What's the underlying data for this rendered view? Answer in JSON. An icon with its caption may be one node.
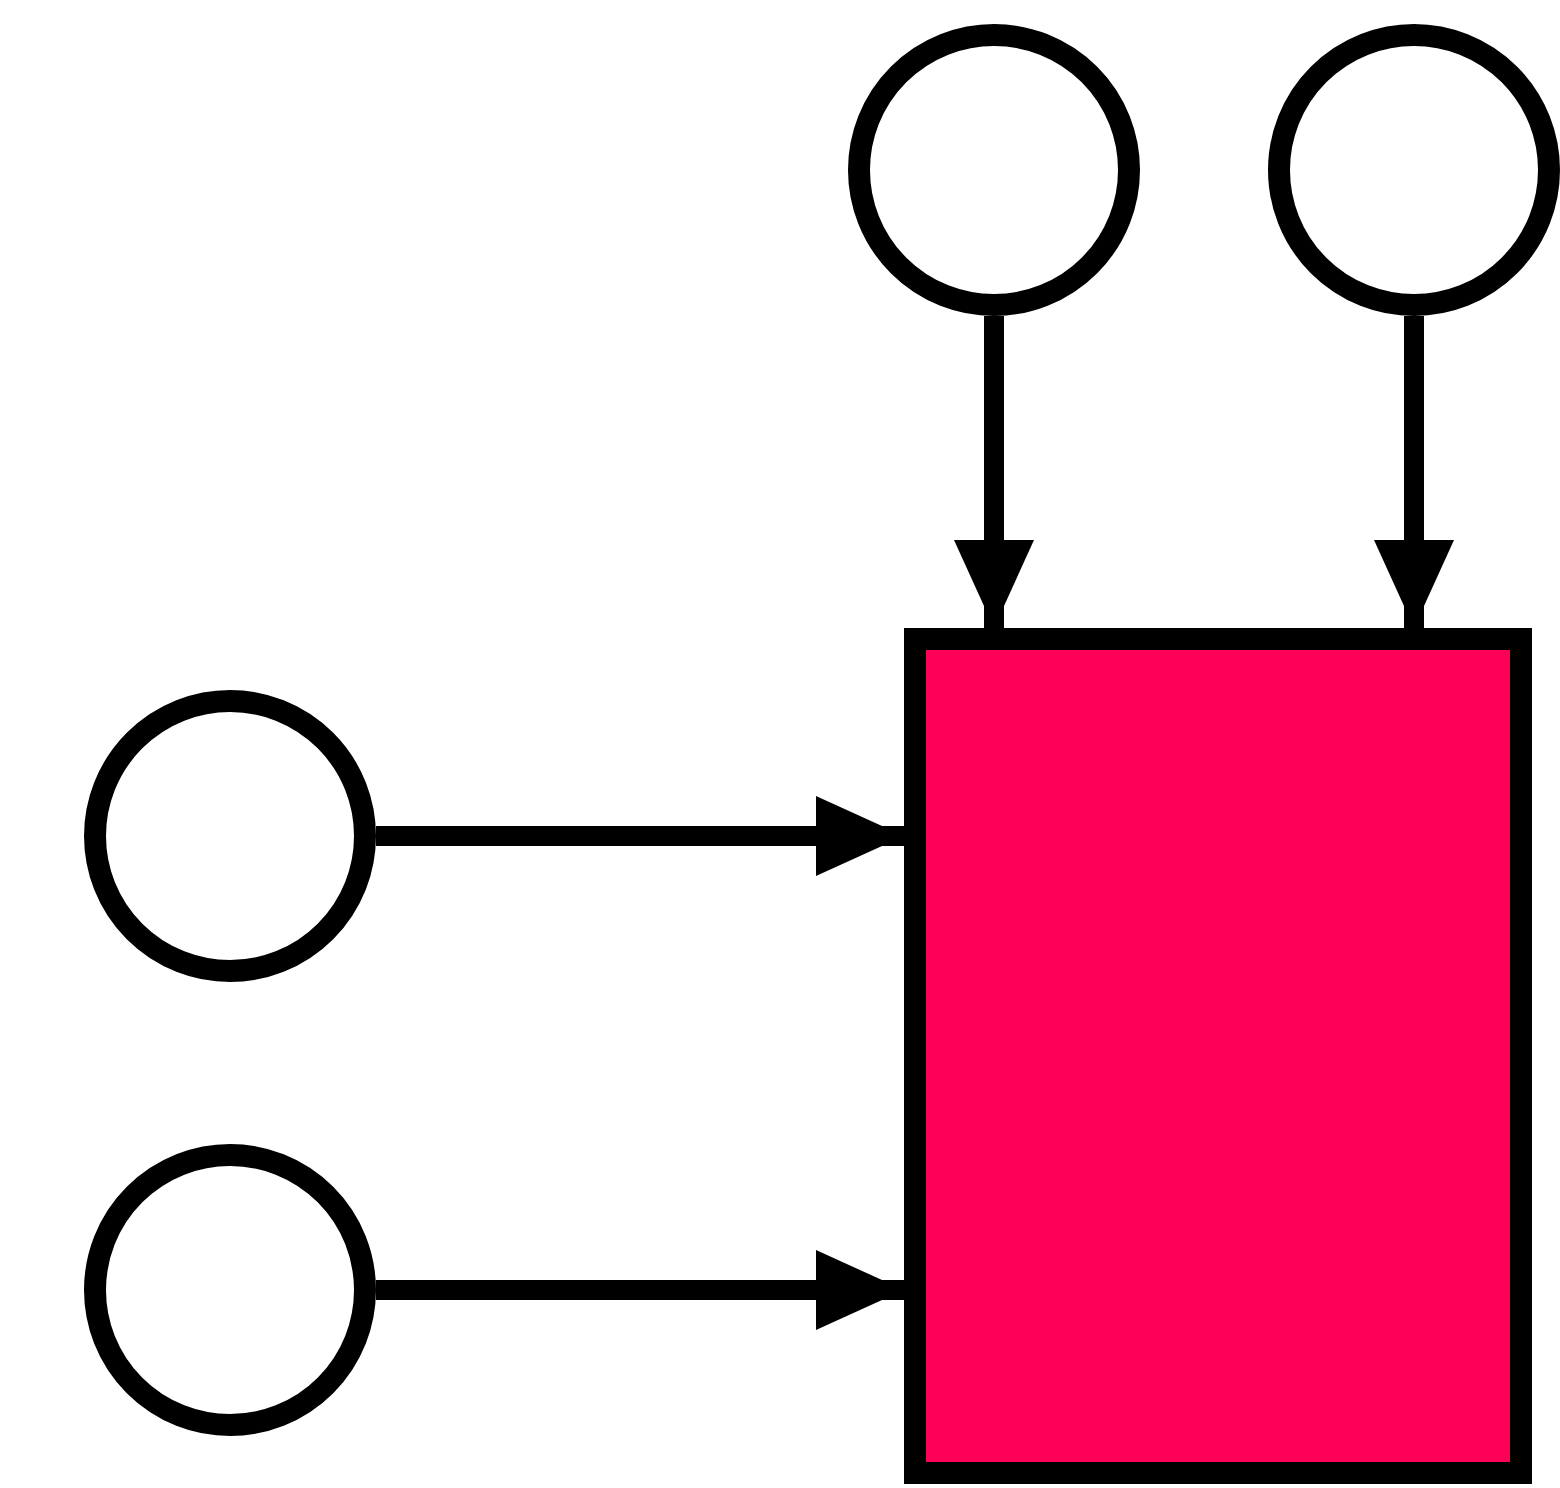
{
  "diagram": {
    "nodes": [
      {
        "text": [],
        "shape": "circle"
      },
      {
        "text": [],
        "shape": "circle"
      },
      {
        "text": [],
        "shape": "box"
      },
      {
        "text": [],
        "shape": "circle"
      },
      {
        "text": [],
        "shape": "circle"
      }
    ],
    "edges": [
      {
        "from": 0,
        "to": 2,
        "arrow": "to"
      },
      {
        "from": 1,
        "to": 2,
        "arrow": "to"
      },
      {
        "from": 3,
        "to": 2,
        "arrow": "to"
      },
      {
        "from": 4,
        "to": 2,
        "arrow": "to"
      }
    ]
  }
}
